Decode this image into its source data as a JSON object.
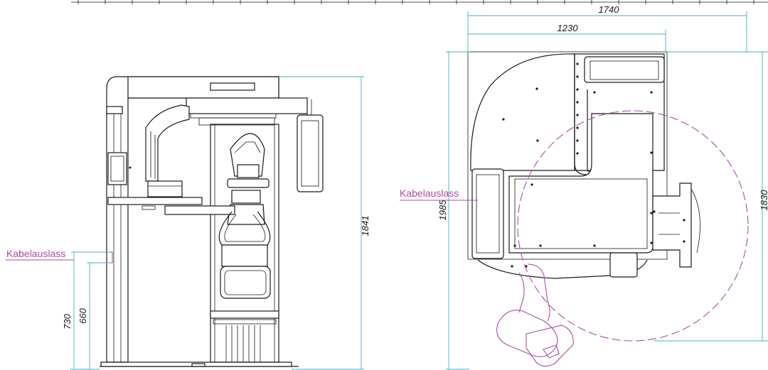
{
  "labels": {
    "cable_outlet_side": "Kabelauslass",
    "cable_outlet_top": "Kabelauslass"
  },
  "dimensions": {
    "side_height_730": "730",
    "side_height_660": "660",
    "side_total_height": "1841",
    "top_width_total": "1740",
    "top_width_inner": "1230",
    "top_depth_left": "1985",
    "top_depth_right": "1830"
  },
  "colors": {
    "dimension_line": "#3fb3c4",
    "cable_label": "#b04aa8",
    "outline": "#1a1a1a"
  }
}
